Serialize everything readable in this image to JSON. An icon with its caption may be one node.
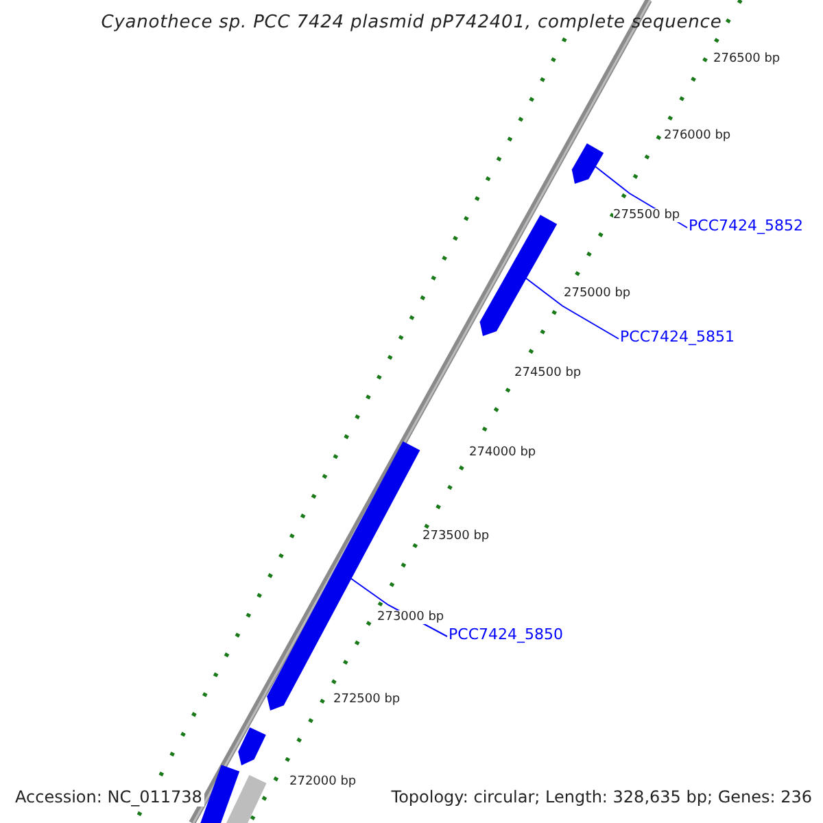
{
  "diagram": {
    "title": "Cyanothece sp. PCC 7424 plasmid pP742401, complete sequence",
    "nodes": [
      {
        "text": [
          "PCC7424_5852"
        ]
      },
      {
        "text": [],
        "shape": "bar"
      },
      {
        "text": [
          "PCC7424_5851"
        ]
      },
      {
        "text": [],
        "shape": "bar"
      },
      {
        "text": [
          "PCC7424_5850"
        ]
      },
      {
        "text": [],
        "shape": "bar"
      },
      {
        "text": [],
        "shape": "bar"
      },
      {
        "text": [],
        "shape": "bar"
      },
      {
        "text": [],
        "shape": "bar"
      }
    ],
    "edges": [
      {
        "from": 0,
        "to": 1,
        "arrow": "none",
        "color": "#0000ff"
      },
      {
        "from": 2,
        "to": 3,
        "arrow": "none",
        "color": "#0000ff"
      },
      {
        "from": 4,
        "to": 5,
        "arrow": "none",
        "color": "#0000ff"
      }
    ],
    "labels": [
      "276500 bp",
      "276000 bp",
      "275500 bp",
      "275000 bp",
      "274500 bp",
      "274000 bp",
      "273500 bp",
      "273000 bp",
      "272500 bp",
      "272000 bp",
      "Accession: NC_011738",
      "Topology: circular; Length: 328,635 bp; Genes: 236"
    ]
  }
}
